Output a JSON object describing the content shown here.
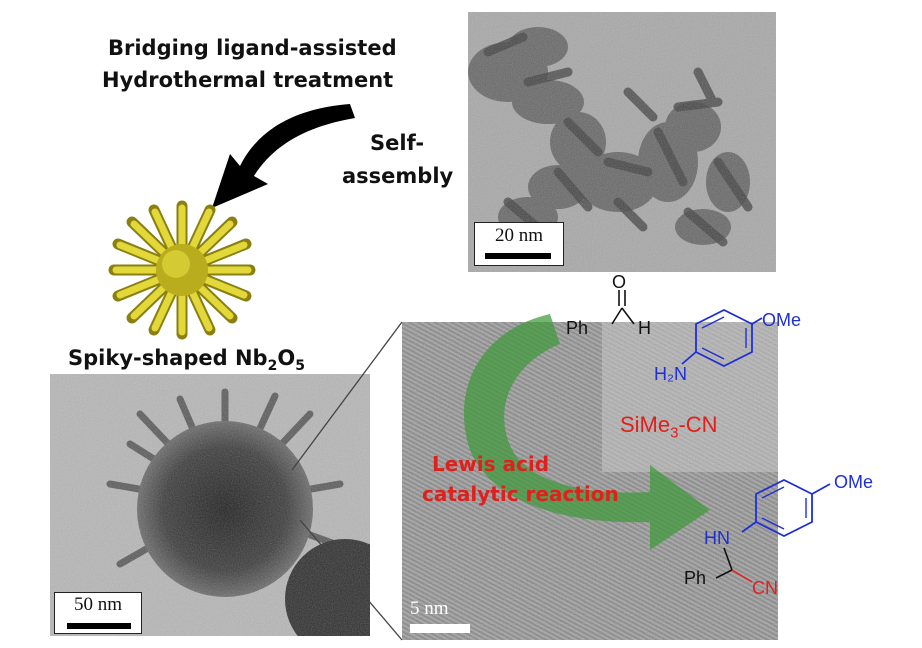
{
  "steps": {
    "line1": "Bridging ligand-assisted",
    "line2": "Hydrothermal treatment",
    "self1": "Self-",
    "self2": "assembly"
  },
  "product": {
    "label_prefix": "Spiky-shaped Nb",
    "sub1": "2",
    "mid": "O",
    "sub2": "5"
  },
  "scale_bars": {
    "top": "20 nm",
    "left": "50 nm",
    "hrtem": "5 nm"
  },
  "reaction": {
    "label1": "Lewis acid",
    "label2": "catalytic reaction",
    "aldehyde_o": "O",
    "aldehyde_ph": "Ph",
    "aldehyde_h": "H",
    "amine_ome": "OMe",
    "amine_h2n": "H₂N",
    "reagent_prefix": "SiMe",
    "reagent_sub": "3",
    "reagent_suffix": "-CN",
    "product_ome": "OMe",
    "product_hn": "HN",
    "product_ph": "Ph",
    "product_cn": "CN"
  },
  "colors": {
    "label_red": "#e0201c",
    "chem_blue": "#1f2fd6",
    "chem_red": "#e0201c",
    "arrow_green": "#3f9a3a",
    "nanosphere_yellow": "#d8cc2a"
  }
}
